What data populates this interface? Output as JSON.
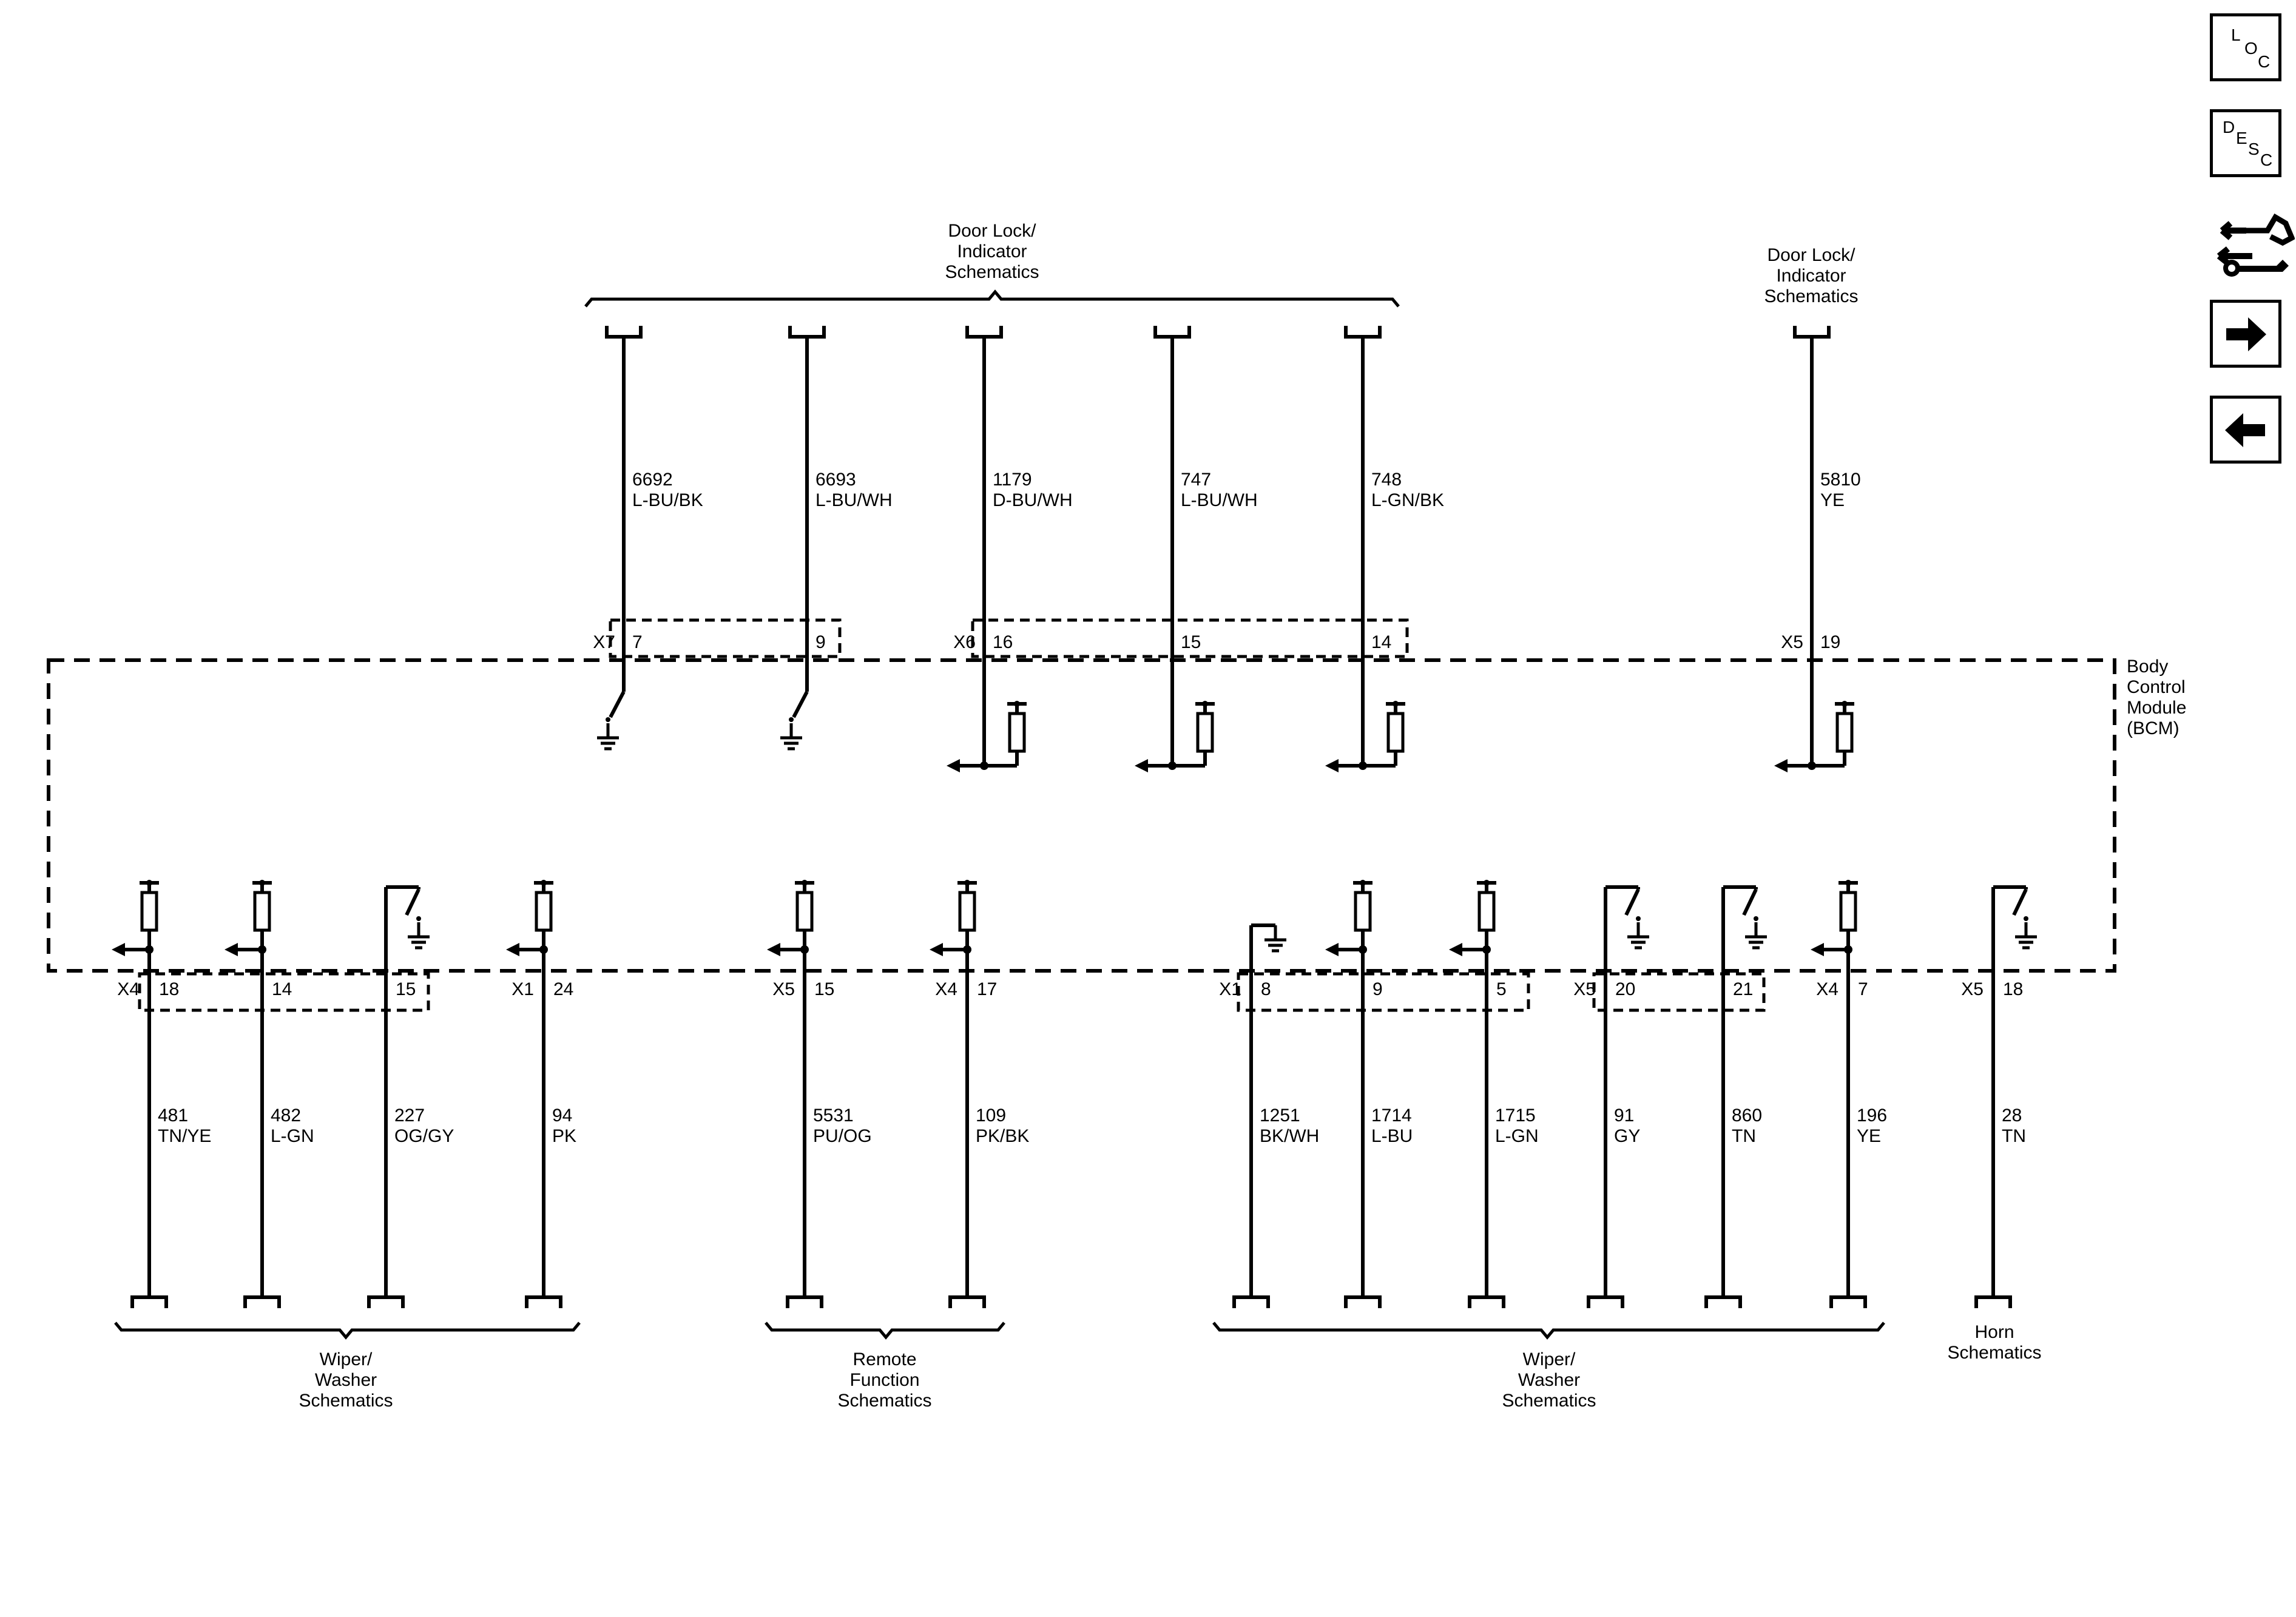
{
  "bcm_label": [
    "Body",
    "Control",
    "Module",
    "(BCM)"
  ],
  "top_groups": [
    {
      "lines": [
        "Door Lock/",
        "Indicator",
        "Schematics"
      ]
    },
    {
      "lines": [
        "Door Lock/",
        "Indicator",
        "Schematics"
      ]
    }
  ],
  "bottom_groups": [
    {
      "lines": [
        "Wiper/",
        "Washer",
        "Schematics"
      ]
    },
    {
      "lines": [
        "Remote",
        "Function",
        "Schematics"
      ]
    },
    {
      "lines": [
        "Wiper/",
        "Washer",
        "Schematics"
      ]
    },
    {
      "lines": [
        "Horn",
        "Schematics"
      ]
    }
  ],
  "top_circuits": [
    {
      "circuit": "6692",
      "color": "L-BU/BK",
      "connector": "X7",
      "pin": "7"
    },
    {
      "circuit": "6693",
      "color": "L-BU/WH",
      "connector": "",
      "pin": "9"
    },
    {
      "circuit": "1179",
      "color": "D-BU/WH",
      "connector": "X6",
      "pin": "16"
    },
    {
      "circuit": "747",
      "color": "L-BU/WH",
      "connector": "",
      "pin": "15"
    },
    {
      "circuit": "748",
      "color": "L-GN/BK",
      "connector": "",
      "pin": "14"
    },
    {
      "circuit": "5810",
      "color": "YE",
      "connector": "X5",
      "pin": "19"
    }
  ],
  "bottom_circuits": [
    {
      "circuit": "481",
      "color": "TN/YE",
      "connector": "X4",
      "pin": "18"
    },
    {
      "circuit": "482",
      "color": "L-GN",
      "connector": "",
      "pin": "14"
    },
    {
      "circuit": "227",
      "color": "OG/GY",
      "connector": "",
      "pin": "15"
    },
    {
      "circuit": "94",
      "color": "PK",
      "connector": "X1",
      "pin": "24"
    },
    {
      "circuit": "5531",
      "color": "PU/OG",
      "connector": "X5",
      "pin": "15"
    },
    {
      "circuit": "109",
      "color": "PK/BK",
      "connector": "X4",
      "pin": "17"
    },
    {
      "circuit": "1251",
      "color": "BK/WH",
      "connector": "X1",
      "pin": "8"
    },
    {
      "circuit": "1714",
      "color": "L-BU",
      "connector": "",
      "pin": "9"
    },
    {
      "circuit": "1715",
      "color": "L-GN",
      "connector": "",
      "pin": "5"
    },
    {
      "circuit": "91",
      "color": "GY",
      "connector": "X5",
      "pin": "20"
    },
    {
      "circuit": "860",
      "color": "TN",
      "connector": "",
      "pin": "21"
    },
    {
      "circuit": "196",
      "color": "YE",
      "connector": "X4",
      "pin": "7"
    },
    {
      "circuit": "28",
      "color": "TN",
      "connector": "X5",
      "pin": "18"
    }
  ],
  "side_buttons": [
    {
      "name": "loc-button",
      "icon": "loc-icon",
      "letters": [
        "L",
        "O",
        "C"
      ]
    },
    {
      "name": "desc-button",
      "icon": "desc-icon",
      "letters": [
        "D",
        "E",
        "S",
        "C"
      ]
    },
    {
      "name": "connector-repair-button",
      "icon": "connector-wrench-icon"
    },
    {
      "name": "next-button",
      "icon": "arrow-right-icon"
    },
    {
      "name": "previous-button",
      "icon": "arrow-left-icon"
    }
  ]
}
